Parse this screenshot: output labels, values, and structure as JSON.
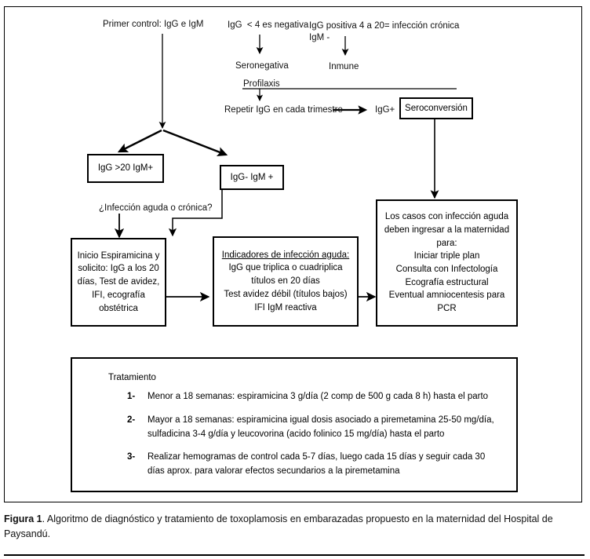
{
  "figure": {
    "caption_label": "Figura 1",
    "caption_text": ". Algoritmo de diagnóstico y tratamiento de toxoplamosis en embarazadas propuesto en la maternidad del Hospital de Paysandú."
  },
  "flow": {
    "primer_control": "Primer control: IgG e IgM",
    "igg_negativa": "IgG  < 4 es negativa",
    "igg_cronica_line1": "IgG positiva 4 a 20= infección crónica",
    "igg_cronica_line2": "IgM -",
    "seronegativa": "Seronegativa",
    "inmune": "Inmune",
    "profilaxis": "Profilaxis",
    "repetir_igg": "Repetir IgG en cada trimestre",
    "igg_plus": "IgG+",
    "seroconversion": "Seroconversión",
    "igg_mayor20_igm": "IgG >20 IgM+",
    "igg_neg_igm_pos": "IgG- IgM +",
    "pregunta_aguda_cronica": "¿Infección aguda o crónica?"
  },
  "boxes": {
    "espiramicina": {
      "lines": [
        "Inicio Espiramicina y",
        "solicito: IgG  a los 20",
        "días, Test de avidez,",
        "IFI, ecografía",
        "obstétrica"
      ]
    },
    "indicadores": {
      "title": "Indicadores de infección aguda:",
      "lines": [
        "IgG que triplica o cuadriplica",
        "títulos en 20 días",
        "Test avidez débil (títulos bajos)",
        "IFI IgM reactiva"
      ]
    },
    "maternidad": {
      "lines": [
        "Los casos con infección aguda",
        "deben ingresar a la maternidad",
        "para:",
        "Iniciar triple plan",
        "Consulta con Infectología",
        "Ecografía estructural",
        "Eventual amniocentesis para PCR"
      ]
    }
  },
  "treatment": {
    "title": "Tratamiento",
    "items": [
      {
        "num": "1-",
        "text": "Menor a 18 semanas: espiramicina 3 g/día (2 comp de 500 g cada 8 h) hasta el parto"
      },
      {
        "num": "2-",
        "text": "Mayor a 18 semanas: espiramicina igual dosis asociado a piremetamina 25-50 mg/día, sulfadicina 3-4 g/día y leucovorina (acido folinico 15 mg/día) hasta el parto"
      },
      {
        "num": "3-",
        "text": "Realizar hemogramas de control cada 5-7 días, luego cada 15 días y seguir cada 30 días aprox. para valorar efectos secundarios a la piremetamina"
      }
    ]
  },
  "colors": {
    "stroke": "#000000",
    "background": "#ffffff",
    "text": "#111111"
  }
}
